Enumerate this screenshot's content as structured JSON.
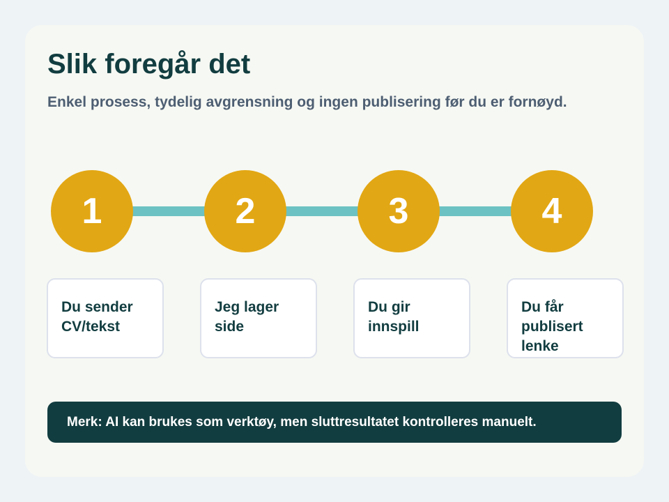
{
  "title": "Slik foregår det",
  "subtitle": "Enkel prosess, tydelig avgrensning og ingen publisering før du er fornøyd.",
  "steps": [
    {
      "number": "1",
      "label": "Du sender CV/tekst"
    },
    {
      "number": "2",
      "label": "Jeg lager side"
    },
    {
      "number": "3",
      "label": "Du gir innspill"
    },
    {
      "number": "4",
      "label": "Du får publisert lenke"
    }
  ],
  "note": "Merk: AI kan brukes som verktøy, men sluttresultatet kontrolleres manuelt.",
  "colors": {
    "heading": "#123d40",
    "subtitle": "#4d5e72",
    "circle": "#e2a714",
    "connector": "#6cc2c2",
    "note_background": "#123d40",
    "card_background": "#f6f8f3"
  }
}
